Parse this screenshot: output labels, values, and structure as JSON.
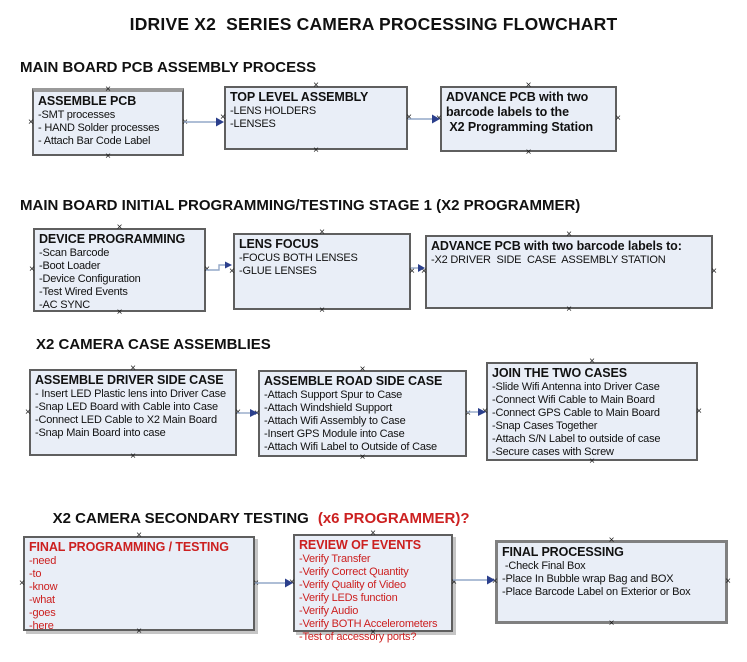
{
  "title": "IDRIVE X2  SERIES CAMERA PROCESSING FLOWCHART",
  "colors": {
    "box_fill": "#e9eef7",
    "box_border": "#5f5f5f",
    "arrow_line": "#94a8c8",
    "arrow_head": "#2b3f8c",
    "red_text": "#cc2020"
  },
  "glyphs": {
    "connection_handle": "×"
  },
  "sections": [
    {
      "heading": "MAIN BOARD PCB ASSEMBLY PROCESS",
      "boxes": [
        {
          "title": "ASSEMBLE PCB",
          "items": [
            "-SMT processes",
            "- HAND Solder processes",
            "- Attach Bar Code Label"
          ]
        },
        {
          "title": "TOP LEVEL ASSEMBLY",
          "items": [
            "-LENS HOLDERS",
            "-LENSES"
          ]
        },
        {
          "title": "ADVANCE PCB with two barcode labels to the\n X2 Programming Station",
          "items": []
        }
      ]
    },
    {
      "heading": "MAIN BOARD INITIAL PROGRAMMING/TESTING STAGE 1 (X2 PROGRAMMER)",
      "boxes": [
        {
          "title": "DEVICE PROGRAMMING",
          "items": [
            "-Scan Barcode",
            "-Boot Loader",
            "-Device Configuration",
            "-Test Wired Events",
            "-AC SYNC"
          ]
        },
        {
          "title": "LENS FOCUS",
          "items": [
            "-FOCUS BOTH LENSES",
            "-GLUE LENSES"
          ]
        },
        {
          "title": "ADVANCE PCB with two barcode labels to:",
          "items": [
            "-X2 DRIVER  SIDE  CASE  ASSEMBLY STATION"
          ]
        }
      ]
    },
    {
      "heading": "X2 CAMERA CASE ASSEMBLIES",
      "boxes": [
        {
          "title": "ASSEMBLE DRIVER SIDE CASE",
          "items": [
            "- Insert LED Plastic lens into Driver Case",
            "-Snap LED Board with Cable into Case",
            "-Connect LED Cable to X2 Main Board",
            "-Snap Main Board into case"
          ]
        },
        {
          "title": "ASSEMBLE ROAD SIDE CASE",
          "items": [
            "-Attach Support Spur to Case",
            "-Attach Windshield Support",
            "-Attach Wifi Assembly to Case",
            "-Insert GPS Module into Case",
            "-Attach Wifi Label to Outside of Case"
          ]
        },
        {
          "title": "JOIN THE TWO CASES",
          "items": [
            "-Slide Wifi Antenna into Driver Case",
            "-Connect Wifi Cable to Main Board",
            "-Connect GPS Cable to Main Board",
            "-Snap Cases Together",
            "-Attach S/N Label to outside of case",
            "-Secure cases with Screw"
          ]
        }
      ]
    },
    {
      "heading": "X2 CAMERA SECONDARY TESTING",
      "heading_suffix": "(x6 PROGRAMMER)?",
      "boxes": [
        {
          "title": "FINAL PROGRAMMING / TESTING",
          "items": [
            "-need",
            "-to",
            "-know",
            "-what",
            "-goes",
            "-here"
          ]
        },
        {
          "title": "REVIEW OF EVENTS",
          "items": [
            "-Verify Transfer",
            "-Verify Correct Quantity",
            "-Verify Quality of Video",
            "-Verify LEDs function",
            "-Verify Audio",
            "-Verify BOTH Accelerometers",
            "-Test of accessory ports?"
          ]
        },
        {
          "title": "FINAL PROCESSING",
          "items": [
            " -Check Final Box",
            "-Place In Bubble wrap Bag and BOX",
            "-Place Barcode Label on Exterior or Box"
          ]
        }
      ]
    }
  ]
}
